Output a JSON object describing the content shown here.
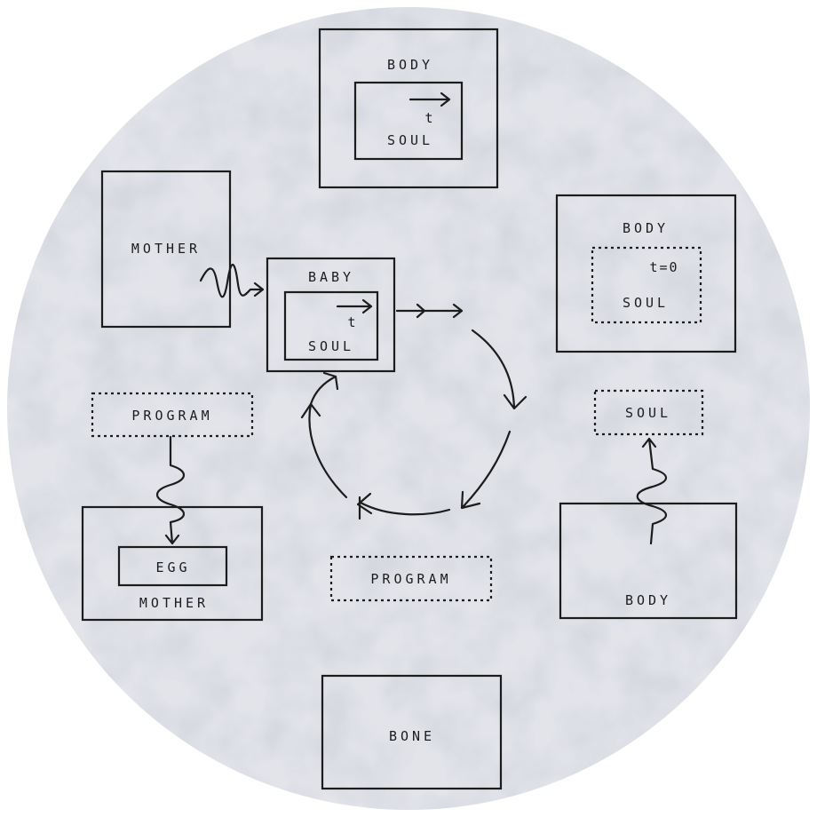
{
  "colors": {
    "disc": "#e2e4ea",
    "ink": "#1c1c1c",
    "background": "#ffffff"
  },
  "top": {
    "outer": "BODY",
    "inner": "SOUL",
    "time": "t"
  },
  "baby": {
    "outer": "BABY",
    "inner": "SOUL",
    "time": "t"
  },
  "mother_left": {
    "label": "MOTHER"
  },
  "right_upper": {
    "outer": "BODY",
    "inner": "SOUL",
    "time": "t=0"
  },
  "right_soul": {
    "label": "SOUL"
  },
  "right_body": {
    "label": "BODY"
  },
  "program_left": {
    "label": "PROGRAM"
  },
  "program_bottom": {
    "label": "PROGRAM"
  },
  "egg_mother": {
    "inner": "EGG",
    "outer": "MOTHER"
  },
  "bottom": {
    "label": "BONE"
  }
}
